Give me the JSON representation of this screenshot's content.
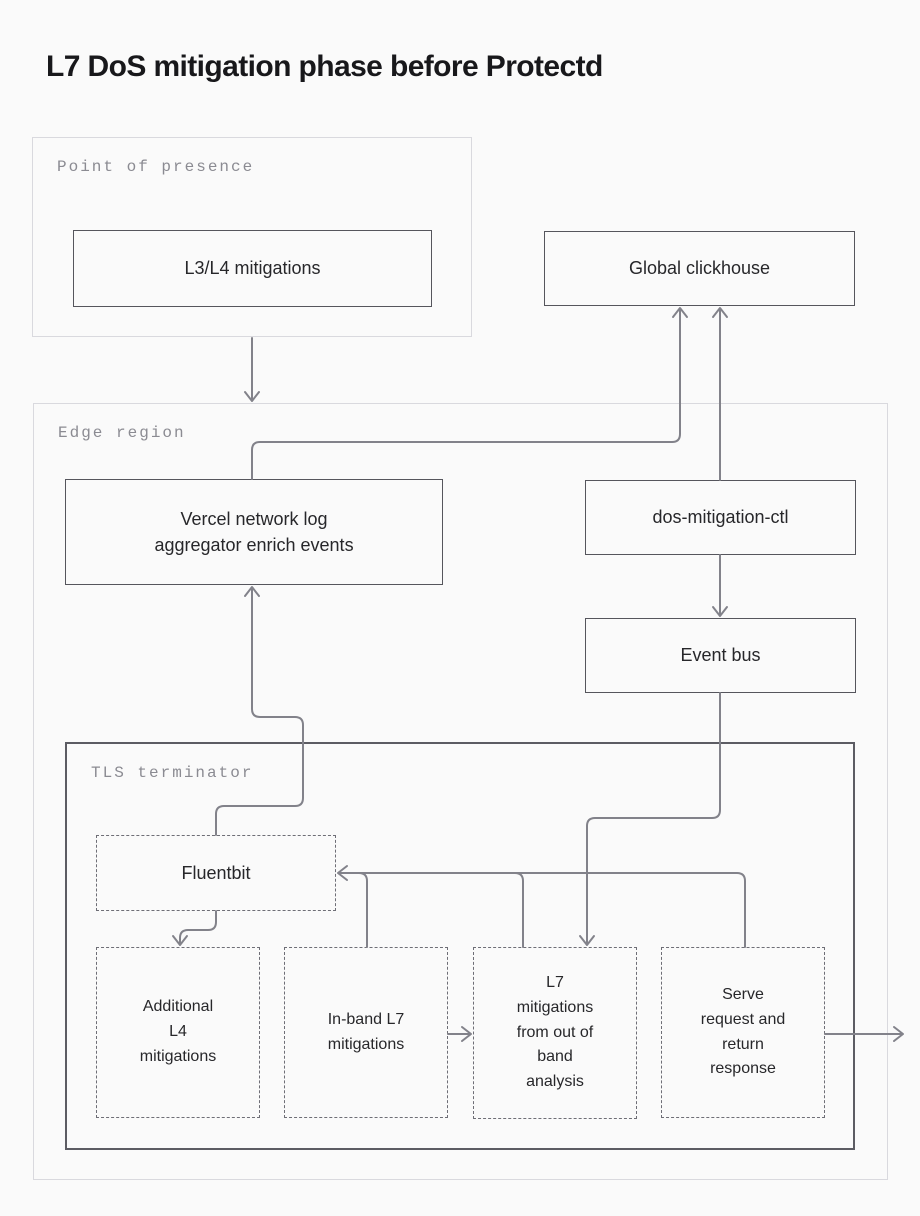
{
  "title": "L7 DoS mitigation phase before Protectd",
  "containers": {
    "point_of_presence": {
      "label": "Point of presence"
    },
    "edge_region": {
      "label": "Edge region"
    },
    "tls_terminator": {
      "label": "TLS terminator"
    }
  },
  "nodes": {
    "l3_l4_mitigations": {
      "label": "L3/L4 mitigations",
      "style": "solid"
    },
    "global_clickhouse": {
      "label": "Global clickhouse",
      "style": "solid"
    },
    "vercel_log_aggregator": {
      "label": "Vercel network log aggregator enrich events",
      "style": "solid"
    },
    "dos_mitigation_ctl": {
      "label": "dos-mitigation-ctl",
      "style": "solid"
    },
    "event_bus": {
      "label": "Event bus",
      "style": "solid"
    },
    "fluentbit": {
      "label": "Fluentbit",
      "style": "dashed"
    },
    "additional_l4_mitigations": {
      "label": "Additional L4 mitigations",
      "style": "dashed"
    },
    "in_band_l7_mitigations": {
      "label": "In-band L7 mitigations",
      "style": "dashed"
    },
    "l7_oob_mitigations": {
      "label": "L7 mitigations from out of band analysis",
      "style": "dashed"
    },
    "serve_request": {
      "label": "Serve request and return response",
      "style": "dashed"
    }
  },
  "edges": [
    {
      "from": "point_of_presence",
      "to": "edge_region"
    },
    {
      "from": "vercel_log_aggregator",
      "to": "global_clickhouse"
    },
    {
      "from": "dos_mitigation_ctl",
      "to": "global_clickhouse"
    },
    {
      "from": "dos_mitigation_ctl",
      "to": "event_bus"
    },
    {
      "from": "event_bus",
      "to": "l7_oob_mitigations"
    },
    {
      "from": "fluentbit",
      "to": "vercel_log_aggregator"
    },
    {
      "from": "in_band_l7_mitigations",
      "to": "fluentbit"
    },
    {
      "from": "l7_oob_mitigations",
      "to": "fluentbit"
    },
    {
      "from": "serve_request",
      "to": "fluentbit"
    },
    {
      "from": "fluentbit",
      "to": "additional_l4_mitigations"
    },
    {
      "from": "in_band_l7_mitigations",
      "to": "l7_oob_mitigations"
    },
    {
      "from": "serve_request",
      "to": "outside_right"
    }
  ],
  "colors": {
    "background": "#fafafa",
    "title": "#18181b",
    "node_text": "#27272a",
    "node_border": "#55555c",
    "dashed_border": "#6e6e76",
    "container_border": "#d9d9de",
    "tls_border": "#5c5c63",
    "container_label": "#8b8b92",
    "arrow": "#82828a"
  }
}
